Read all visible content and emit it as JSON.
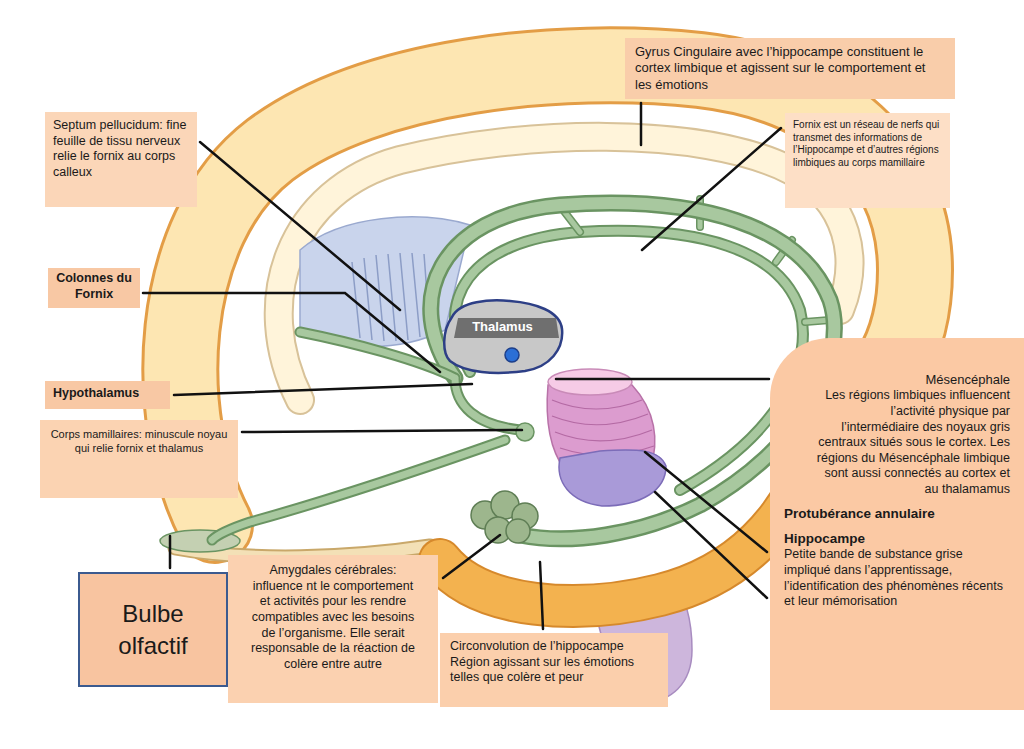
{
  "diagram": {
    "nodes": [
      {
        "text": [
          "Gyrus Cingulaire avec l’hippocampe constituent le cortex limbique et agissent sur le comportement et les émotions"
        ]
      },
      {
        "text": [
          "Septum pellucidum: fine feuille de tissu nerveux relie le fornix au corps calleux"
        ]
      },
      {
        "text": [
          "Fornix est un réseau de nerfs qui transmet des informations de l’Hippocampe et d’autres régions limbiques au corps mamillaire"
        ]
      },
      {
        "text": [
          "Colonnes du Fornix"
        ]
      },
      {
        "text": [
          "Thalamus"
        ]
      },
      {
        "text": [
          "Mésencéphale",
          "Les régions limbiques influencent l’activité physique par l’intermédiaire des noyaux gris centraux situés sous le cortex. Les régions du Mésencéphale limbique sont aussi connectés au cortex et au thalamamus",
          "Protubérance annulaire",
          "Hippocampe",
          "Petite bande de substance grise impliqué dans l’apprentissage, l’identification des phénomènes récents et leur mémorisation"
        ]
      },
      {
        "text": [
          "Hypothalamus"
        ]
      },
      {
        "text": [
          "Corps mamillaires: minuscule noyau qui relie fornix et thalamus"
        ]
      },
      {
        "text": [
          "Amygdales cérébrales: influence nt le comportement et activités pour les rendre compatibles avec les besoins de l’organisme. Elle serait responsable de la réaction de colère entre autre"
        ]
      },
      {
        "text": [
          "Bulbe olfactif"
        ]
      },
      {
        "text": [
          "Circonvolution de l’hippocampe",
          "Région agissant sur les émotions telles que colère et peur"
        ]
      }
    ]
  }
}
